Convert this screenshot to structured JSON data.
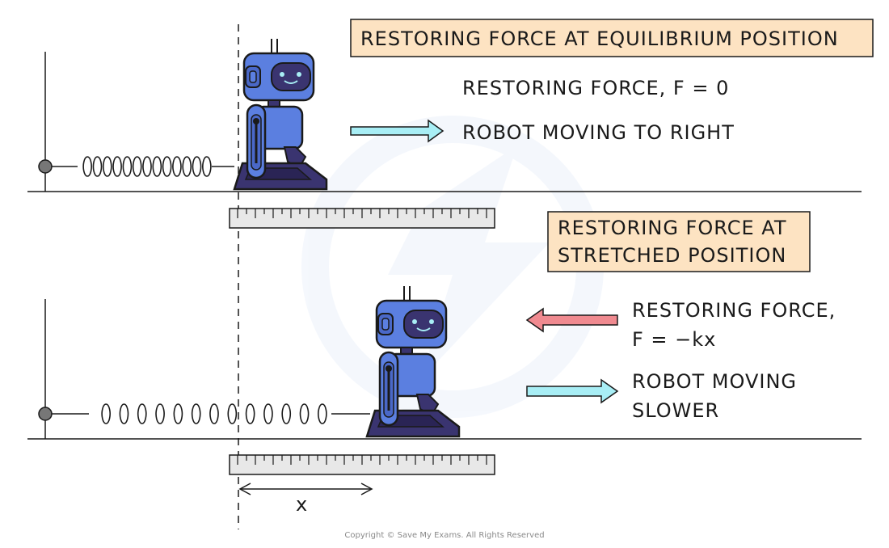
{
  "panels": {
    "equilibrium": {
      "title": "RESTORING FORCE AT EQUILIBRIUM POSITION",
      "force_label": "RESTORING FORCE, F = 0",
      "motion_label": "ROBOT MOVING TO RIGHT"
    },
    "stretched": {
      "title_line1": "RESTORING FORCE AT",
      "title_line2": "STRETCHED POSITION",
      "force_line1": "RESTORING FORCE,",
      "force_line2": "F = −kx",
      "motion_line1": "ROBOT MOVING",
      "motion_line2": "SLOWER"
    }
  },
  "displacement_label": "x",
  "copyright": "Copyright © Save My Exams. All Rights Reserved",
  "colors": {
    "title_box_fill": "#fde3c2",
    "motion_arrow": "#a8eef5",
    "force_arrow": "#f08a90",
    "robot_body": "#5b7fe0",
    "robot_dark": "#3a3470",
    "ruler_fill": "#e8e8e8"
  }
}
